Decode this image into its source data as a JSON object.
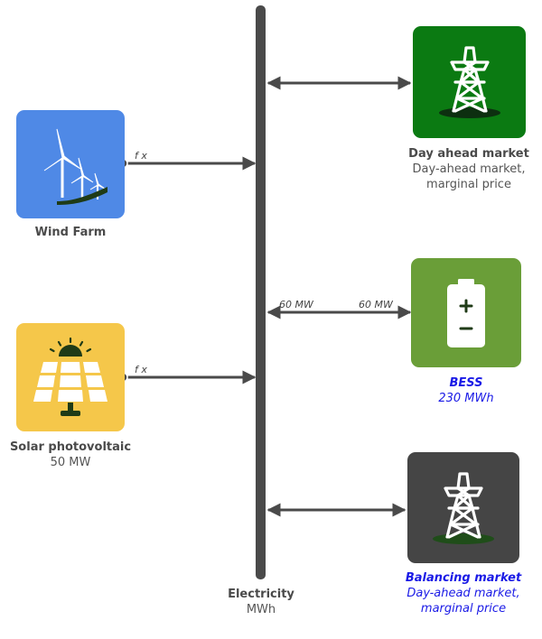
{
  "hub": {
    "name": "Electricity",
    "unit": "MWh"
  },
  "nodes": {
    "wind_farm": {
      "name": "Wind Farm",
      "color": "#4f89e6"
    },
    "solar_pv": {
      "name": "Solar photovoltaic",
      "capacity": "50 MW",
      "color": "#f5c74a"
    },
    "day_ahead": {
      "name": "Day ahead market",
      "desc_line1": "Day-ahead market,",
      "desc_line2": "marginal price",
      "color": "#0b7a12"
    },
    "bess": {
      "name": "BESS",
      "capacity": "230 MWh",
      "color": "#6a9e38"
    },
    "balancing": {
      "name": "Balancing market",
      "desc_line1": "Day-ahead market,",
      "desc_line2": "marginal price",
      "color": "#454545"
    }
  },
  "flow_labels": {
    "wind_fx": "f x",
    "solar_fx": "f x",
    "bess_left": "60 MW",
    "bess_right": "60 MW"
  },
  "colors": {
    "hub_bar": "#4a4a4a",
    "arrow": "#4a4a4a",
    "link_label_blue": "#1a1ae6"
  },
  "icons": {
    "wind_farm": "wind-turbine-icon",
    "solar_pv": "solar-panel-icon",
    "day_ahead": "transmission-tower-icon",
    "bess": "battery-icon",
    "balancing": "transmission-tower-icon"
  }
}
